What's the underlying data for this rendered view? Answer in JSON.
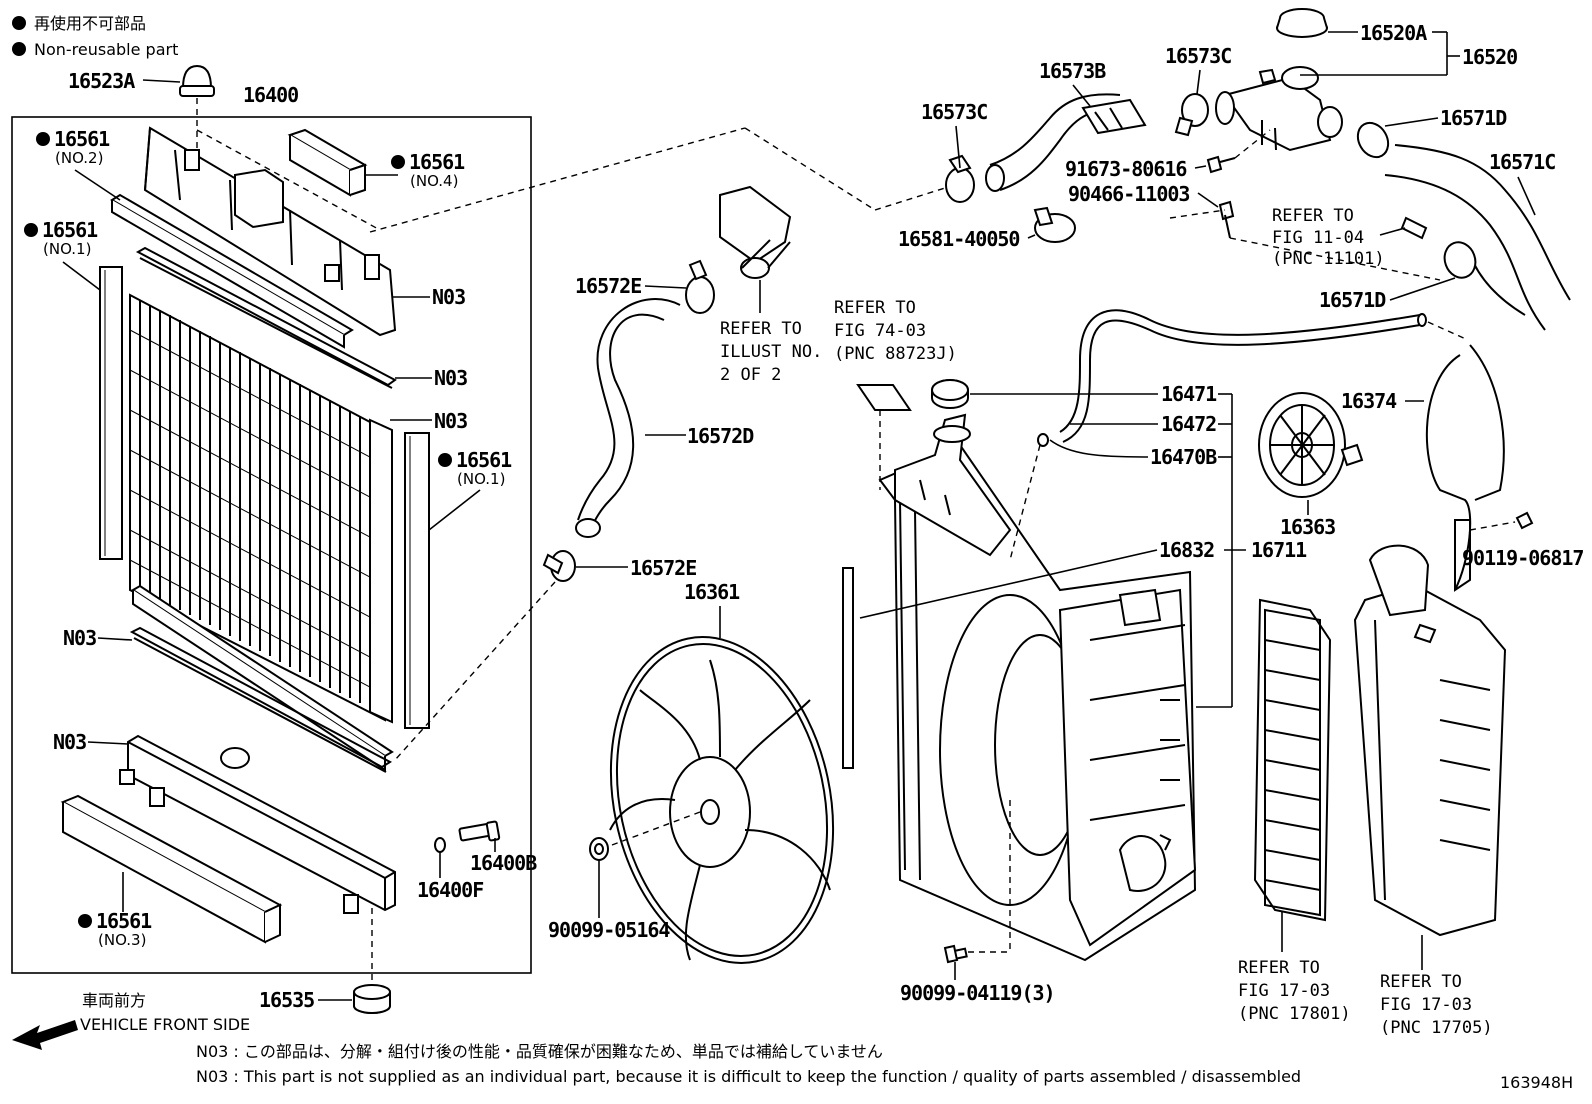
{
  "legend": {
    "bullet": "●",
    "jp": "再使用不可部品",
    "en": "Non-reusable part"
  },
  "labels": {
    "p16523A": "16523A",
    "p16400": "16400",
    "p16561_no2": "16561",
    "no2": "(NO.2)",
    "p16561_no4": "16561",
    "no4": "(NO.4)",
    "p16561_no1a": "16561",
    "no1a": "(NO.1)",
    "p16561_no1b": "16561",
    "no1b": "(NO.1)",
    "p16561_no3": "16561",
    "no3": "(NO.3)",
    "n03_a": "N03",
    "n03_b": "N03",
    "n03_c": "N03",
    "n03_d": "N03",
    "n03_e": "N03",
    "p16400B": "16400B",
    "p16400F": "16400F",
    "p16535": "16535",
    "p16572E_a": "16572E",
    "p16572D": "16572D",
    "p16572E_b": "16572E",
    "p16361": "16361",
    "p90099_05164": "90099-05164",
    "p16573C_a": "16573C",
    "p16573B": "16573B",
    "p16573C_b": "16573C",
    "p16520A": "16520A",
    "p16520": "16520",
    "p16571D_a": "16571D",
    "p16571C": "16571C",
    "p16571D_b": "16571D",
    "p91673": "91673-80616",
    "p90466": "90466-11003",
    "p16581": "16581-40050",
    "p16471": "16471",
    "p16472": "16472",
    "p16470B": "16470B",
    "p16832": "16832",
    "p16711": "16711",
    "p16374": "16374",
    "p16363": "16363",
    "p90119": "90119-06817",
    "p90099_04119": "90099-04119(3)"
  },
  "refs": {
    "r_illust": [
      "REFER TO",
      "ILLUST NO.",
      "2 OF 2"
    ],
    "r_74": [
      "REFER TO",
      "FIG 74-03",
      "(PNC 88723J)"
    ],
    "r_11": [
      "REFER TO",
      "FIG 11-04",
      "(PNC 11101)"
    ],
    "r_17a": [
      "REFER TO",
      "FIG 17-03",
      "(PNC 17801)"
    ],
    "r_17b": [
      "REFER TO",
      "FIG 17-03",
      "(PNC 17705)"
    ]
  },
  "front": {
    "jp": "車両前方",
    "en": "VEHICLE FRONT SIDE"
  },
  "notes": {
    "jp": "N03 : この部品は、分解・組付け後の性能・品質確保が困難なため、単品では補給していません",
    "en": "N03 : This part is not supplied as an individual part, because it is difficult to keep the function / quality of parts assembled / disassembled"
  },
  "figure_id": "163948H"
}
